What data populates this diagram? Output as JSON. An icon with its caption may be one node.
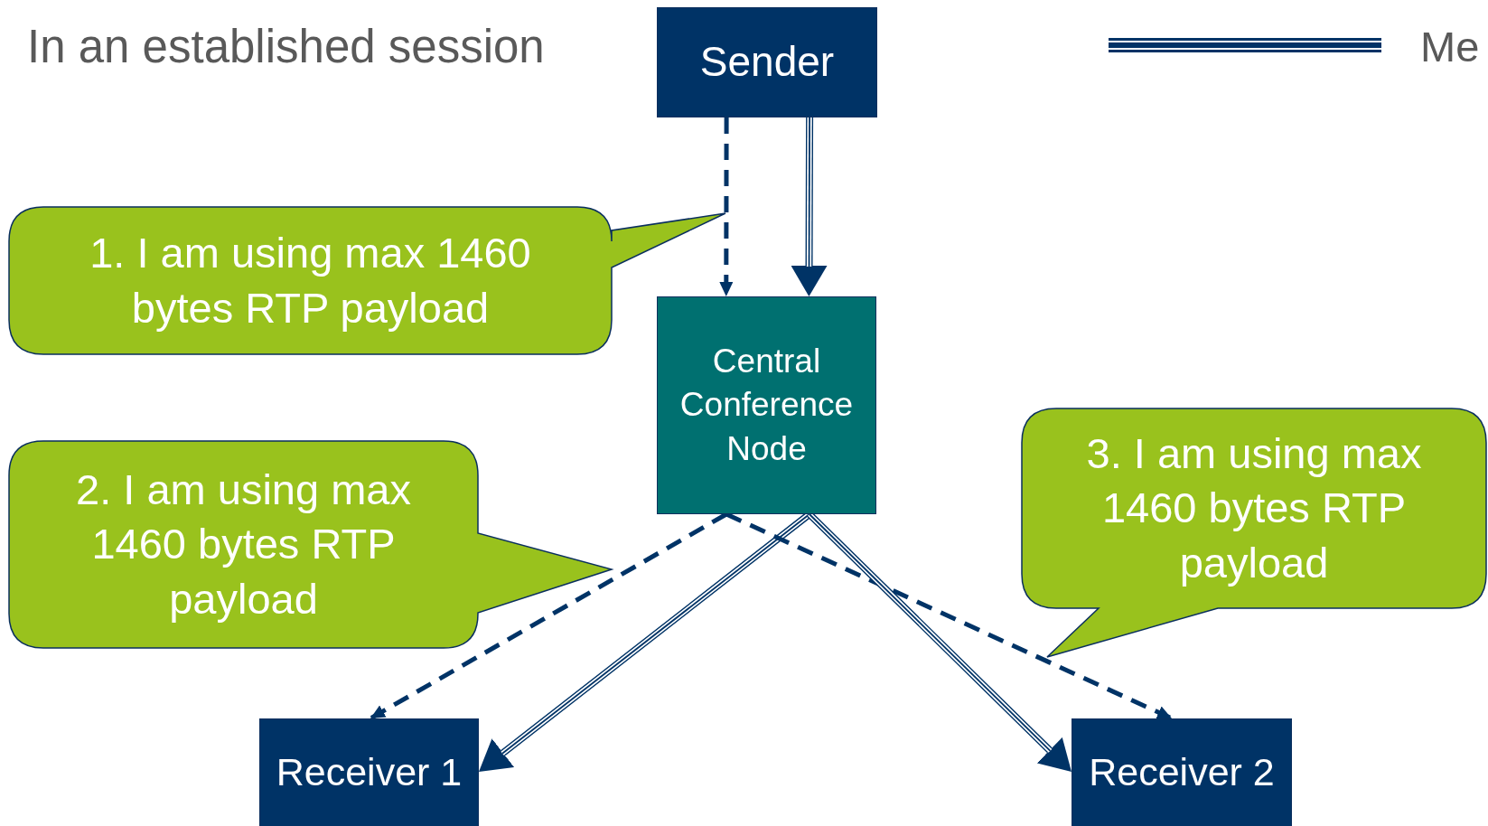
{
  "diagram": {
    "title": "In an established session",
    "nodes": [
      {
        "text": [
          "Sender"
        ]
      },
      {
        "text": [
          "1. I am using max 1460 bytes RTP payload"
        ]
      },
      {
        "text": [
          "Central Conference Node"
        ]
      },
      {
        "text": [
          "2. I am using max 1460 bytes RTP payload"
        ]
      },
      {
        "text": [
          "3. I am using max 1460 bytes RTP payload"
        ]
      },
      {
        "text": [
          "Receiver 1"
        ]
      },
      {
        "text": [
          "Receiver 2"
        ]
      }
    ],
    "edges": [
      {
        "from": 0,
        "to": 2,
        "arrow": "to",
        "style": "dashed"
      },
      {
        "from": 0,
        "to": 2,
        "arrow": "to"
      },
      {
        "from": 2,
        "to": 5,
        "arrow": "to",
        "style": "dashed"
      },
      {
        "from": 2,
        "to": 5,
        "arrow": "to"
      },
      {
        "from": 2,
        "to": 6,
        "arrow": "to",
        "style": "dashed"
      },
      {
        "from": 2,
        "to": 6,
        "arrow": "to"
      }
    ],
    "legend": [
      {
        "text": "Me"
      }
    ]
  }
}
